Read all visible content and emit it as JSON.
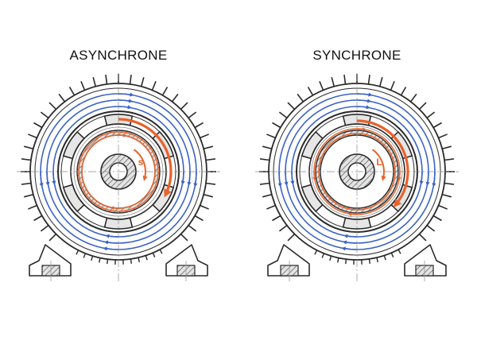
{
  "diagrams": [
    {
      "title": "ASYNCHRONE",
      "slip_label": "s"
    },
    {
      "title": "SYNCHRONE",
      "slip_label": "L"
    }
  ],
  "colors": {
    "stator_field": "#3b62c6",
    "rotor_field": "#e8622a",
    "outline": "#2a2a2a",
    "hatch_fill": "#cfcfcf",
    "pole_fill": "#e6e6e6"
  }
}
